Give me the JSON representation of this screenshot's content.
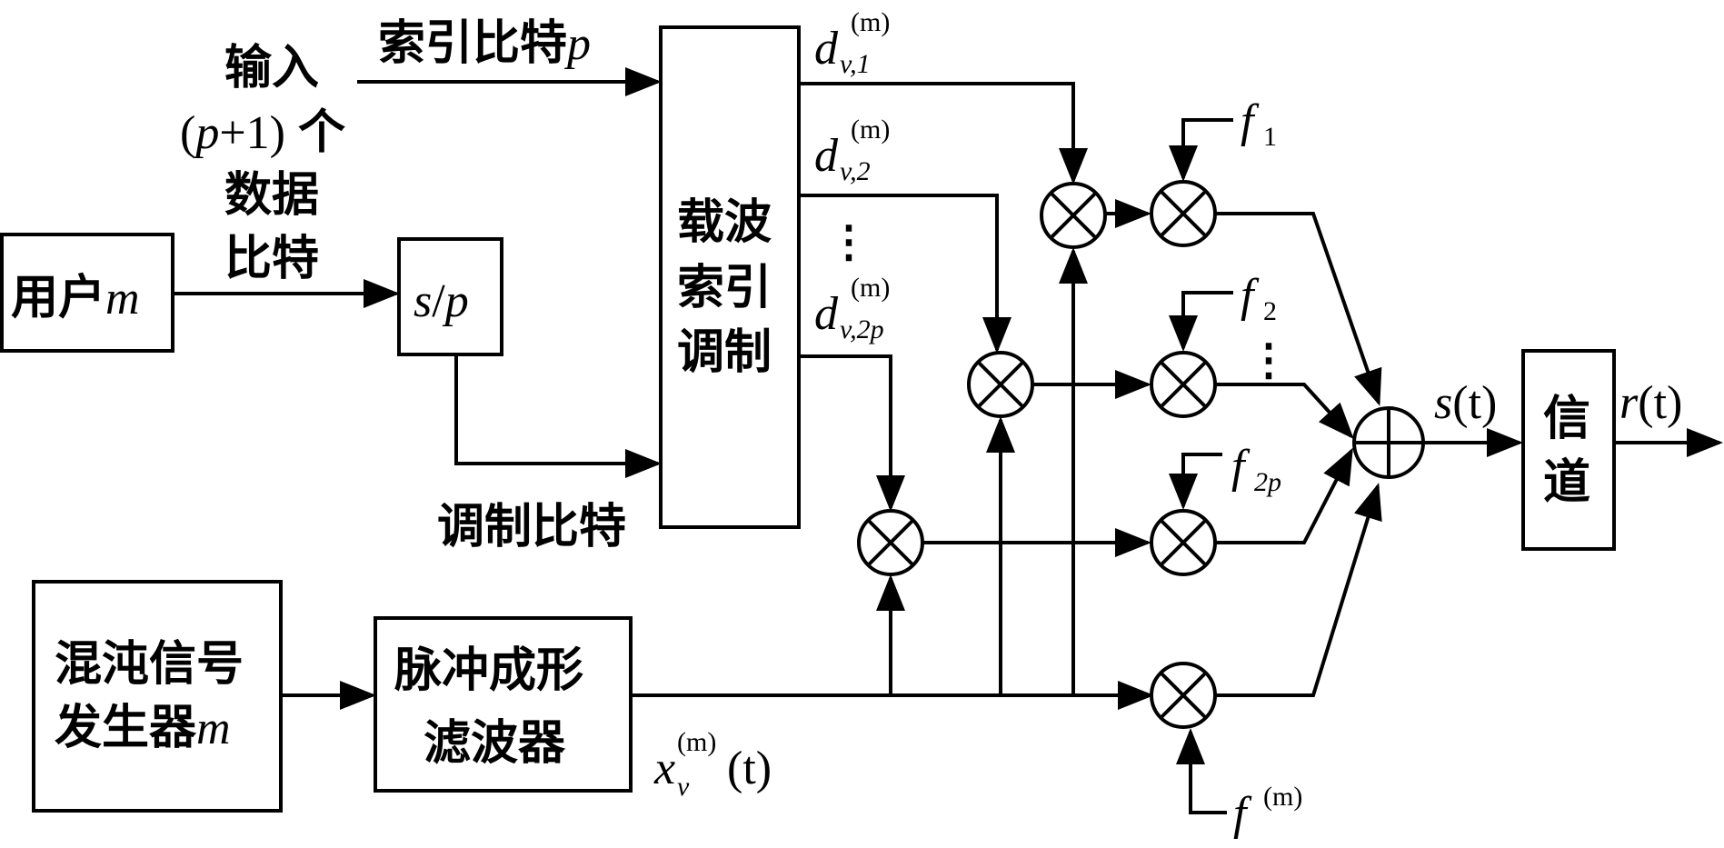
{
  "blocks": {
    "user": {
      "label_cjk": "用户",
      "label_var": "m"
    },
    "sp": {
      "label_a": "s",
      "label_slash": "/",
      "label_b": "p"
    },
    "carrier_index_mod": {
      "line1": "载波",
      "line2": "索引",
      "line3": "调制"
    },
    "chaos_gen": {
      "line1": "混沌信号",
      "line2_cjk": "发生器",
      "line2_var": "m"
    },
    "pulse_filter": {
      "line1": "脉冲成形",
      "line2": "滤波器"
    },
    "channel": {
      "line1": "信",
      "line2": "道"
    }
  },
  "labels": {
    "input_line1": "输入",
    "input_line2_paren_open": "(",
    "input_line2_p": "p",
    "input_line2_rest": "+1)",
    "input_line2_ge": "个",
    "input_line3": "数据",
    "input_line4": "比特",
    "index_bits_cjk": "索引比特",
    "index_bits_var": "p",
    "mod_bits": "调制比特",
    "d_main": "d",
    "d_sub1": "v,1",
    "d_sub2": "v,2",
    "d_sub3": "v,2p",
    "d_sup": "(m)",
    "f1_main": "f",
    "f1_sub": "1",
    "f2_main": "f",
    "f2_sub": "2",
    "f2p_main": "f",
    "f2p_sub": "2p",
    "fm_main": "f",
    "fm_sup": "(m)",
    "x_main": "x",
    "x_sub": "v",
    "x_sup": "(m)",
    "x_arg": "(t)",
    "s_main": "s",
    "s_arg": "(t)",
    "r_main": "r",
    "r_arg": "(t)",
    "vdots": "⋮"
  }
}
